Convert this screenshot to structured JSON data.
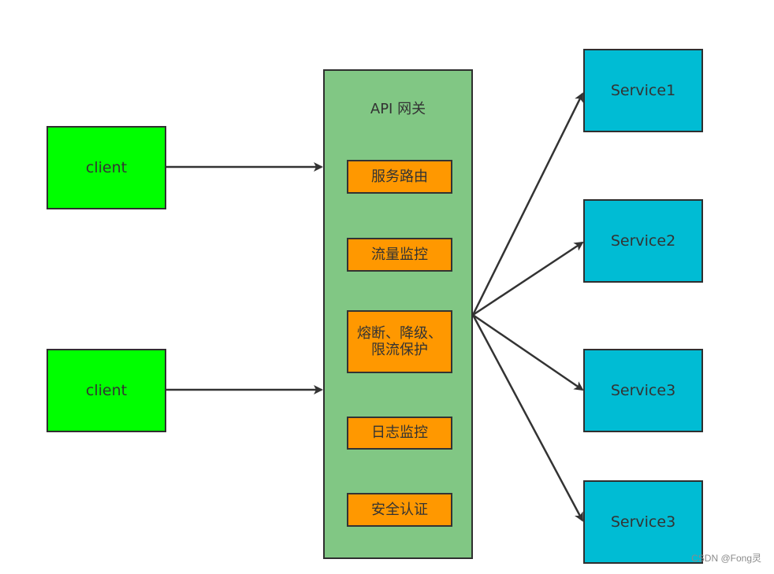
{
  "diagram": {
    "gateway_title": "API 网关",
    "clients": [
      {
        "label": "client"
      },
      {
        "label": "client"
      }
    ],
    "modules": [
      {
        "label": "服务路由"
      },
      {
        "label": "流量监控"
      },
      {
        "label": "熔断、降级、限流保护"
      },
      {
        "label": "日志监控"
      },
      {
        "label": "安全认证"
      }
    ],
    "services": [
      {
        "label": "Service1"
      },
      {
        "label": "Service2"
      },
      {
        "label": "Service3"
      },
      {
        "label": "Service3"
      }
    ],
    "watermark": "CSDN @Fong灵",
    "colors": {
      "client": "#00ff00",
      "gateway": "#81c784",
      "module": "#ff9800",
      "service": "#00bcd4",
      "line": "#333333"
    }
  }
}
